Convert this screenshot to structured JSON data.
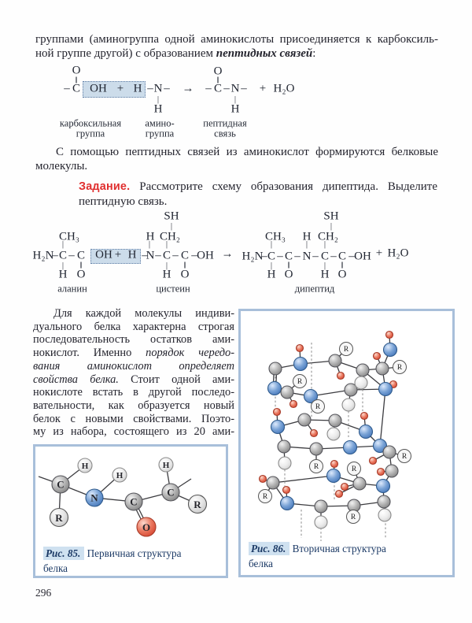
{
  "colors": {
    "text": "#24242e",
    "accent_red": "#e02f2f",
    "highlight_fill": "#ccdcea",
    "highlight_border": "#5f7da5",
    "figure_border": "#a8bfda",
    "caption_blue": "#1c3a66",
    "caption_highlight": "#cfe1f0",
    "atom_gray": "#9a9a9a",
    "atom_blue": "#5586c8",
    "atom_red": "#df5a45",
    "atom_light": "#e6e6e6"
  },
  "page": {
    "number": "296"
  },
  "intro": {
    "lines": [
      {
        "r": [
          [
            "группами (аминогруппа одной аминокислоты присоединяется к карбоксиль-",
            ""
          ]
        ],
        "jl": 1
      },
      {
        "r": [
          [
            "ной группе другой) с образованием ",
            ""
          ],
          [
            "пептидных связей",
            "bi"
          ],
          [
            ":",
            ""
          ]
        ]
      }
    ]
  },
  "para2": {
    "lines": [
      {
        "r": [
          [
            "С помощью пептидных связей из аминокислот формируются белковые",
            ""
          ]
        ],
        "jl": 1,
        "ind": 1
      },
      {
        "r": [
          [
            "молекулы.",
            ""
          ]
        ]
      }
    ]
  },
  "task": {
    "lines": [
      {
        "r": [
          [
            "Задание.",
            "red"
          ],
          [
            " Рассмотрите схему образования дипептида. Выделите",
            ""
          ]
        ],
        "jl": 1
      },
      {
        "r": [
          [
            "пептидную связь.",
            ""
          ]
        ]
      }
    ]
  },
  "body": {
    "lines": [
      {
        "r": [
          [
            "Для каждой молекулы индиви-",
            ""
          ]
        ],
        "jl": 1,
        "ind": 1
      },
      {
        "r": [
          [
            "дуального белка характерна строгая",
            ""
          ]
        ],
        "jl": 1
      },
      {
        "r": [
          [
            "последовательность остатков ами-",
            ""
          ]
        ],
        "jl": 1
      },
      {
        "r": [
          [
            "нокислот. Именно ",
            ""
          ],
          [
            "порядок чередо-",
            "i"
          ]
        ],
        "jl": 1
      },
      {
        "r": [
          [
            "вания аминокислот определяет",
            "i"
          ]
        ],
        "jl": 1
      },
      {
        "r": [
          [
            "свойства белка.",
            "i"
          ],
          [
            " Стоит одной ами-",
            ""
          ]
        ],
        "jl": 1
      },
      {
        "r": [
          [
            "нокислоте встать в другой последо-",
            ""
          ]
        ],
        "jl": 1
      },
      {
        "r": [
          [
            "вательности, как образуется новый",
            ""
          ]
        ],
        "jl": 1
      },
      {
        "r": [
          [
            "белок с новыми свойствами. Поэто-",
            ""
          ]
        ],
        "jl": 1
      },
      {
        "r": [
          [
            "му из набора, состоящего из 20 ами-",
            ""
          ]
        ],
        "jl": 1
      }
    ]
  },
  "formula1": {
    "boxes": [
      [
        47,
        21,
        80,
        21
      ]
    ],
    "items": [
      [
        39,
        8,
        "O",
        ""
      ],
      [
        39,
        20,
        "‖",
        "dbl"
      ],
      [
        27,
        31,
        "–",
        ""
      ],
      [
        39,
        31,
        "C",
        ""
      ],
      [
        67,
        31,
        "OH",
        ""
      ],
      [
        95,
        31,
        "+",
        ""
      ],
      [
        117,
        31,
        "H",
        ""
      ],
      [
        133,
        31,
        "–",
        ""
      ],
      [
        143,
        31,
        "N",
        ""
      ],
      [
        154,
        31,
        "–",
        ""
      ],
      [
        143,
        44,
        "|",
        "sm"
      ],
      [
        143,
        57,
        "H",
        ""
      ],
      [
        181,
        31,
        "→",
        ""
      ],
      [
        219,
        9,
        "O",
        ""
      ],
      [
        219,
        20,
        "‖",
        "dbl"
      ],
      [
        207,
        31,
        "–",
        ""
      ],
      [
        219,
        31,
        "C",
        ""
      ],
      [
        230,
        31,
        "–",
        ""
      ],
      [
        241,
        31,
        "N",
        ""
      ],
      [
        252,
        31,
        "–",
        ""
      ],
      [
        241,
        44,
        "|",
        "sm"
      ],
      [
        241,
        57,
        "H",
        ""
      ],
      [
        276,
        31,
        "+",
        ""
      ],
      [
        303,
        31,
        "H₂O",
        ""
      ],
      [
        57,
        75,
        "карбоксильная",
        "lbl"
      ],
      [
        57,
        88,
        "группа",
        "lbl"
      ],
      [
        145,
        75,
        "амино-",
        "lbl"
      ],
      [
        145,
        88,
        "группа",
        "lbl"
      ],
      [
        228,
        75,
        "пептидная",
        "lbl"
      ],
      [
        228,
        88,
        "связь",
        "lbl"
      ]
    ]
  },
  "formula2": {
    "boxes": [
      [
        75,
        54,
        64,
        19
      ]
    ],
    "items": [
      [
        178,
        13,
        "SH",
        ""
      ],
      [
        178,
        25,
        "|",
        "sm"
      ],
      [
        48,
        39,
        "CH₃",
        ""
      ],
      [
        40,
        48,
        "|",
        "sm"
      ],
      [
        151,
        39,
        "H",
        ""
      ],
      [
        150,
        48,
        "|",
        "sm"
      ],
      [
        176,
        39,
        "CH₂",
        ""
      ],
      [
        172,
        48,
        "|",
        "sm"
      ],
      [
        15,
        63,
        "H₂N",
        ""
      ],
      [
        30,
        63,
        "–",
        ""
      ],
      [
        40,
        63,
        "C",
        ""
      ],
      [
        51,
        63,
        "–",
        ""
      ],
      [
        63,
        63,
        "C",
        ""
      ],
      [
        92,
        62,
        "OH",
        ""
      ],
      [
        110,
        62,
        "+",
        ""
      ],
      [
        128,
        62,
        "H",
        ""
      ],
      [
        144,
        63,
        "–",
        ""
      ],
      [
        151,
        63,
        "N",
        ""
      ],
      [
        161,
        63,
        "–",
        ""
      ],
      [
        172,
        63,
        "C",
        ""
      ],
      [
        183,
        63,
        "–",
        ""
      ],
      [
        195,
        63,
        "C",
        ""
      ],
      [
        207,
        63,
        "–",
        ""
      ],
      [
        221,
        63,
        "OH",
        ""
      ],
      [
        249,
        61,
        "→",
        ""
      ],
      [
        281,
        64,
        "H₂N",
        ""
      ],
      [
        296,
        64,
        "–",
        ""
      ],
      [
        305,
        64,
        "C",
        ""
      ],
      [
        316,
        64,
        "–",
        ""
      ],
      [
        327,
        64,
        "C",
        ""
      ],
      [
        338,
        64,
        "–",
        ""
      ],
      [
        350,
        64,
        "N",
        ""
      ],
      [
        361,
        64,
        "–",
        ""
      ],
      [
        373,
        64,
        "C",
        ""
      ],
      [
        384,
        64,
        "–",
        ""
      ],
      [
        395,
        64,
        "C",
        ""
      ],
      [
        407,
        64,
        "–",
        ""
      ],
      [
        421,
        64,
        "OH",
        ""
      ],
      [
        442,
        60,
        "+",
        ""
      ],
      [
        466,
        60,
        "H₂O",
        ""
      ],
      [
        381,
        13,
        "SH",
        ""
      ],
      [
        381,
        25,
        "|",
        "sm"
      ],
      [
        310,
        39,
        "CH₃",
        ""
      ],
      [
        305,
        48,
        "|",
        "sm"
      ],
      [
        350,
        39,
        "H",
        ""
      ],
      [
        350,
        48,
        "|",
        "sm"
      ],
      [
        377,
        39,
        "CH₂",
        ""
      ],
      [
        373,
        48,
        "|",
        "sm"
      ],
      [
        40,
        75,
        "|",
        "sm"
      ],
      [
        63,
        75,
        "‖",
        "dbl"
      ],
      [
        172,
        75,
        "|",
        "sm"
      ],
      [
        195,
        75,
        "‖",
        "dbl"
      ],
      [
        305,
        75,
        "|",
        "sm"
      ],
      [
        327,
        75,
        "‖",
        "dbl"
      ],
      [
        373,
        75,
        "|",
        "sm"
      ],
      [
        395,
        75,
        "‖",
        "dbl"
      ],
      [
        40,
        87,
        "H",
        ""
      ],
      [
        63,
        87,
        "O",
        ""
      ],
      [
        172,
        87,
        "H",
        ""
      ],
      [
        195,
        87,
        "O",
        ""
      ],
      [
        305,
        87,
        "H",
        ""
      ],
      [
        327,
        87,
        "O",
        ""
      ],
      [
        373,
        87,
        "H",
        ""
      ],
      [
        395,
        87,
        "O",
        ""
      ],
      [
        52,
        105,
        "аланин",
        "lbl"
      ],
      [
        180,
        105,
        "цистеин",
        "lbl"
      ],
      [
        360,
        105,
        "дипептид",
        "lbl"
      ]
    ]
  },
  "fig85": {
    "caption_label": "Рис. 85.",
    "caption_line1": "Первичная структура",
    "caption_line2": "белка",
    "mol": {
      "big": 1,
      "atoms": [
        [
          "C",
          32,
          48,
          11
        ],
        [
          "H",
          63,
          24,
          9
        ],
        [
          "R",
          30,
          90,
          11.5
        ],
        [
          "N",
          75,
          65,
          11
        ],
        [
          "H",
          107,
          36,
          9
        ],
        [
          "C",
          125,
          70,
          11
        ],
        [
          "O",
          141,
          102,
          12
        ],
        [
          "C",
          172,
          58,
          11
        ],
        [
          "H",
          166,
          23,
          9
        ],
        [
          "R",
          206,
          73,
          11.5
        ]
      ],
      "bonds": [
        [
          0,
          1
        ],
        [
          0,
          2
        ],
        [
          0,
          3
        ],
        [
          3,
          4
        ],
        [
          3,
          5
        ],
        [
          5,
          7
        ],
        [
          7,
          8
        ],
        [
          7,
          9
        ]
      ],
      "double": [
        [
          5,
          6
        ]
      ],
      "sticks": [
        [
          4,
          38,
          32,
          48
        ],
        [
          172,
          58,
          198,
          41
        ]
      ]
    }
  },
  "fig86": {
    "caption_label": "Рис. 86.",
    "caption_line1": "Вторичная структура",
    "caption_line2": "белка",
    "mol": {
      "atoms": [
        [
          "o",
          75,
          47
        ],
        [
          "n",
          76,
          67
        ],
        [
          "c",
          120,
          63
        ],
        [
          "R",
          134,
          48
        ],
        [
          "o",
          127,
          82
        ],
        [
          "c",
          155,
          75
        ],
        [
          "o",
          189,
          30
        ],
        [
          "n",
          190,
          49
        ],
        [
          "o",
          173,
          57
        ],
        [
          "c",
          180,
          73
        ],
        [
          "R",
          202,
          71
        ],
        [
          "o",
          194,
          93
        ],
        [
          "n",
          184,
          99
        ],
        [
          "c",
          44,
          73
        ],
        [
          "n",
          43,
          98
        ],
        [
          "R",
          75,
          89
        ],
        [
          "c",
          59,
          103
        ],
        [
          "o",
          67,
          118
        ],
        [
          "n",
          89,
          108
        ],
        [
          "R",
          98,
          121
        ],
        [
          "c",
          140,
          100
        ],
        [
          "h",
          153,
          91
        ],
        [
          "h",
          137,
          119
        ],
        [
          "o",
          46,
          128
        ],
        [
          "n",
          47,
          147
        ],
        [
          "c",
          81,
          138
        ],
        [
          "o",
          93,
          155
        ],
        [
          "c",
          120,
          139
        ],
        [
          "h",
          118,
          156
        ],
        [
          "n",
          159,
          153
        ],
        [
          "o",
          157,
          133
        ],
        [
          "c",
          55,
          172
        ],
        [
          "h",
          56,
          193
        ],
        [
          "c",
          96,
          175
        ],
        [
          "R",
          96,
          197
        ],
        [
          "n",
          139,
          173
        ],
        [
          "n",
          177,
          171
        ],
        [
          "c",
          189,
          179
        ],
        [
          "R",
          208,
          184
        ],
        [
          "o",
          168,
          190
        ],
        [
          "o",
          28,
          213
        ],
        [
          "c",
          41,
          218
        ],
        [
          "R",
          31,
          235
        ],
        [
          "o",
          58,
          227
        ],
        [
          "n",
          59,
          244
        ],
        [
          "o",
          119,
          194
        ],
        [
          "n",
          118,
          209
        ],
        [
          "R",
          144,
          200
        ],
        [
          "o",
          178,
          204
        ],
        [
          "c",
          192,
          203
        ],
        [
          "c",
          151,
          219
        ],
        [
          "o",
          132,
          223
        ],
        [
          "o",
          125,
          232
        ],
        [
          "n",
          181,
          222
        ],
        [
          "c",
          102,
          248
        ],
        [
          "h",
          102,
          268
        ],
        [
          "c",
          144,
          247
        ],
        [
          "R",
          143,
          261
        ],
        [
          "c",
          182,
          242
        ],
        [
          "h",
          183,
          259
        ]
      ],
      "bonds": [
        [
          13,
          1
        ],
        [
          1,
          2
        ],
        [
          2,
          5
        ],
        [
          5,
          9
        ],
        [
          9,
          12
        ],
        [
          12,
          36
        ],
        [
          14,
          16
        ],
        [
          16,
          18
        ],
        [
          18,
          20
        ],
        [
          20,
          12
        ],
        [
          5,
          12
        ],
        [
          24,
          25
        ],
        [
          25,
          27
        ],
        [
          27,
          29
        ],
        [
          29,
          36
        ],
        [
          24,
          31
        ],
        [
          31,
          33
        ],
        [
          33,
          35
        ],
        [
          35,
          36
        ],
        [
          36,
          37
        ],
        [
          37,
          49
        ],
        [
          41,
          46
        ],
        [
          46,
          50
        ],
        [
          50,
          53
        ],
        [
          49,
          53
        ],
        [
          41,
          44
        ],
        [
          44,
          54
        ],
        [
          54,
          56
        ],
        [
          56,
          58
        ],
        [
          53,
          58
        ],
        [
          1,
          0
        ],
        [
          2,
          3
        ],
        [
          2,
          4
        ],
        [
          7,
          6
        ],
        [
          9,
          8
        ],
        [
          9,
          10
        ],
        [
          12,
          11
        ],
        [
          16,
          15
        ],
        [
          16,
          17
        ],
        [
          18,
          19
        ],
        [
          5,
          21
        ],
        [
          20,
          22
        ],
        [
          7,
          9
        ],
        [
          24,
          23
        ],
        [
          25,
          26
        ],
        [
          27,
          28
        ],
        [
          29,
          30
        ],
        [
          31,
          32
        ],
        [
          33,
          34
        ],
        [
          46,
          45
        ],
        [
          37,
          38
        ],
        [
          37,
          39
        ],
        [
          41,
          40
        ],
        [
          41,
          42
        ],
        [
          44,
          43
        ],
        [
          50,
          47
        ],
        [
          50,
          51
        ],
        [
          50,
          52
        ],
        [
          49,
          48
        ],
        [
          54,
          55
        ],
        [
          56,
          57
        ],
        [
          58,
          59
        ]
      ],
      "double": [
        [
          13,
          14
        ]
      ],
      "hbonds": [
        [
          90,
          40,
          90,
          136
        ],
        [
          155,
          84,
          155,
          127
        ],
        [
          44,
          83,
          44,
          122
        ],
        [
          137,
          127,
          137,
          160
        ],
        [
          56,
          201,
          56,
          224
        ],
        [
          77,
          252,
          77,
          288
        ],
        [
          102,
          275,
          102,
          292
        ],
        [
          184,
          249,
          184,
          288
        ],
        [
          119,
          216,
          119,
          240
        ]
      ]
    }
  }
}
